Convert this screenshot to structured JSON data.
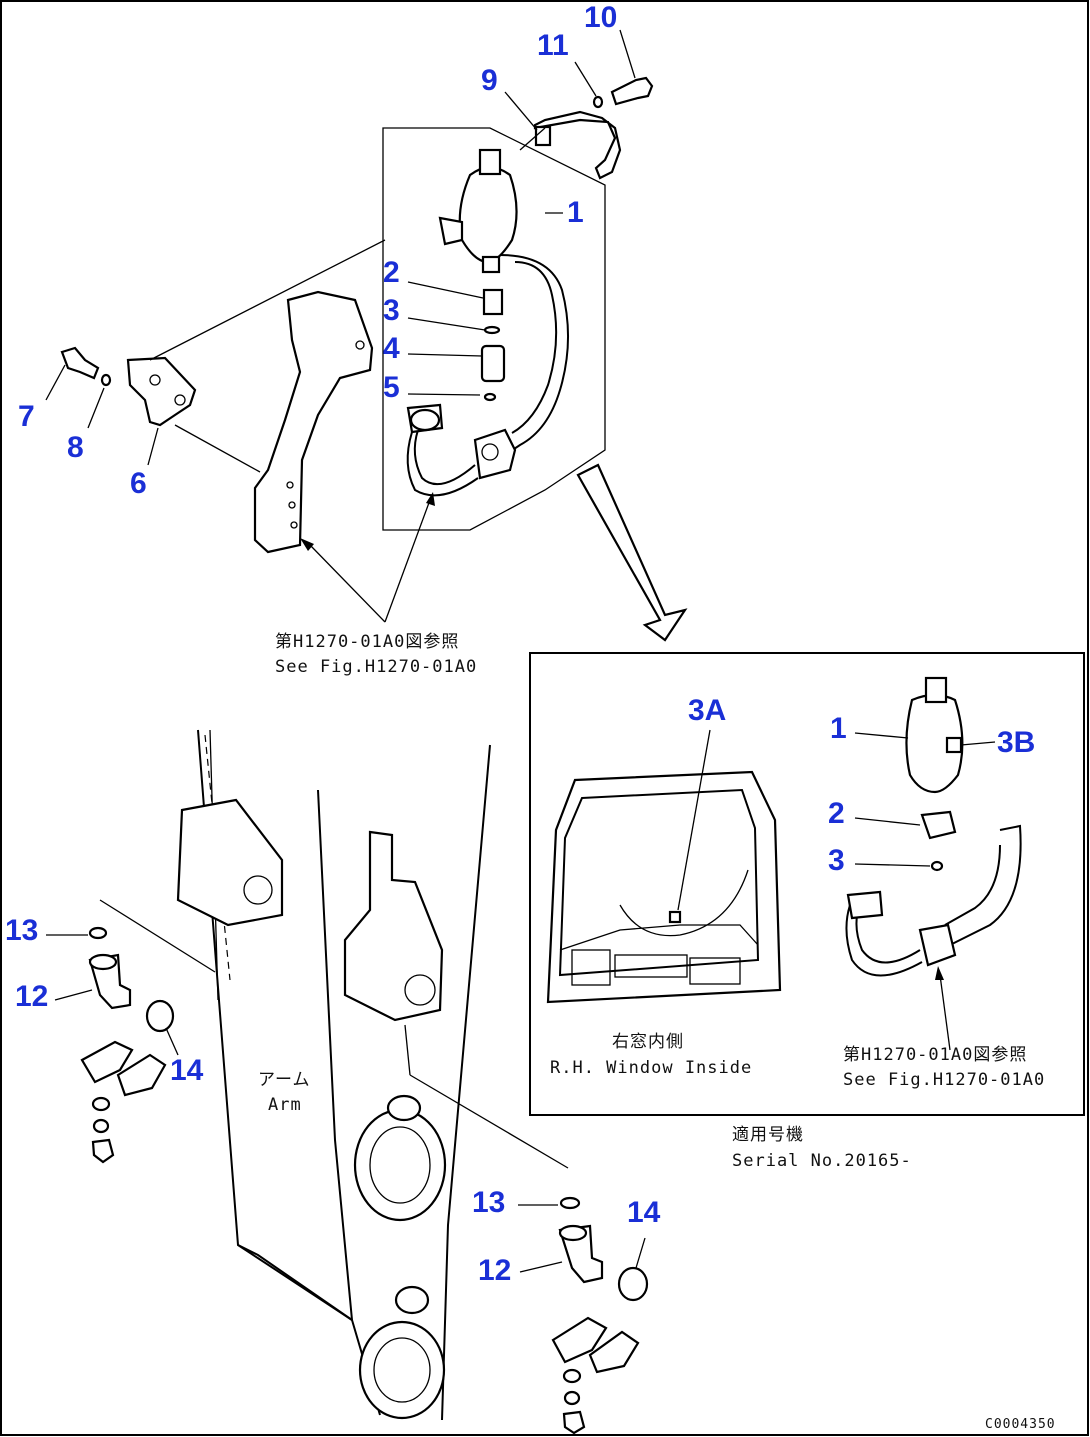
{
  "callouts": {
    "c10": "10",
    "c11": "11",
    "c9": "9",
    "c1_top": "1",
    "c2_top": "2",
    "c3_top": "3",
    "c4": "4",
    "c5": "5",
    "c7": "7",
    "c8": "8",
    "c6": "6",
    "c3A": "3A",
    "c1_inset": "1",
    "c3B": "3B",
    "c2_inset": "2",
    "c3_inset": "3",
    "c13_left": "13",
    "c12_left": "12",
    "c14_left": "14",
    "c13_right": "13",
    "c12_right": "12",
    "c14_right": "14"
  },
  "notes": {
    "see_fig_jp": "第H1270-01A0図参照",
    "see_fig_en": "See Fig.H1270-01A0",
    "window_jp": "右窓内側",
    "window_en": "R.H. Window Inside",
    "inset_see_jp": "第H1270-01A0図参照",
    "inset_see_en": "See Fig.H1270-01A0",
    "serial_jp": "適用号機",
    "serial_en": "Serial No.20165-",
    "arm_jp": "アーム",
    "arm_en": "Arm",
    "code": "C0004350"
  },
  "colors": {
    "callout": "#1a2fd6",
    "line": "#000000"
  }
}
